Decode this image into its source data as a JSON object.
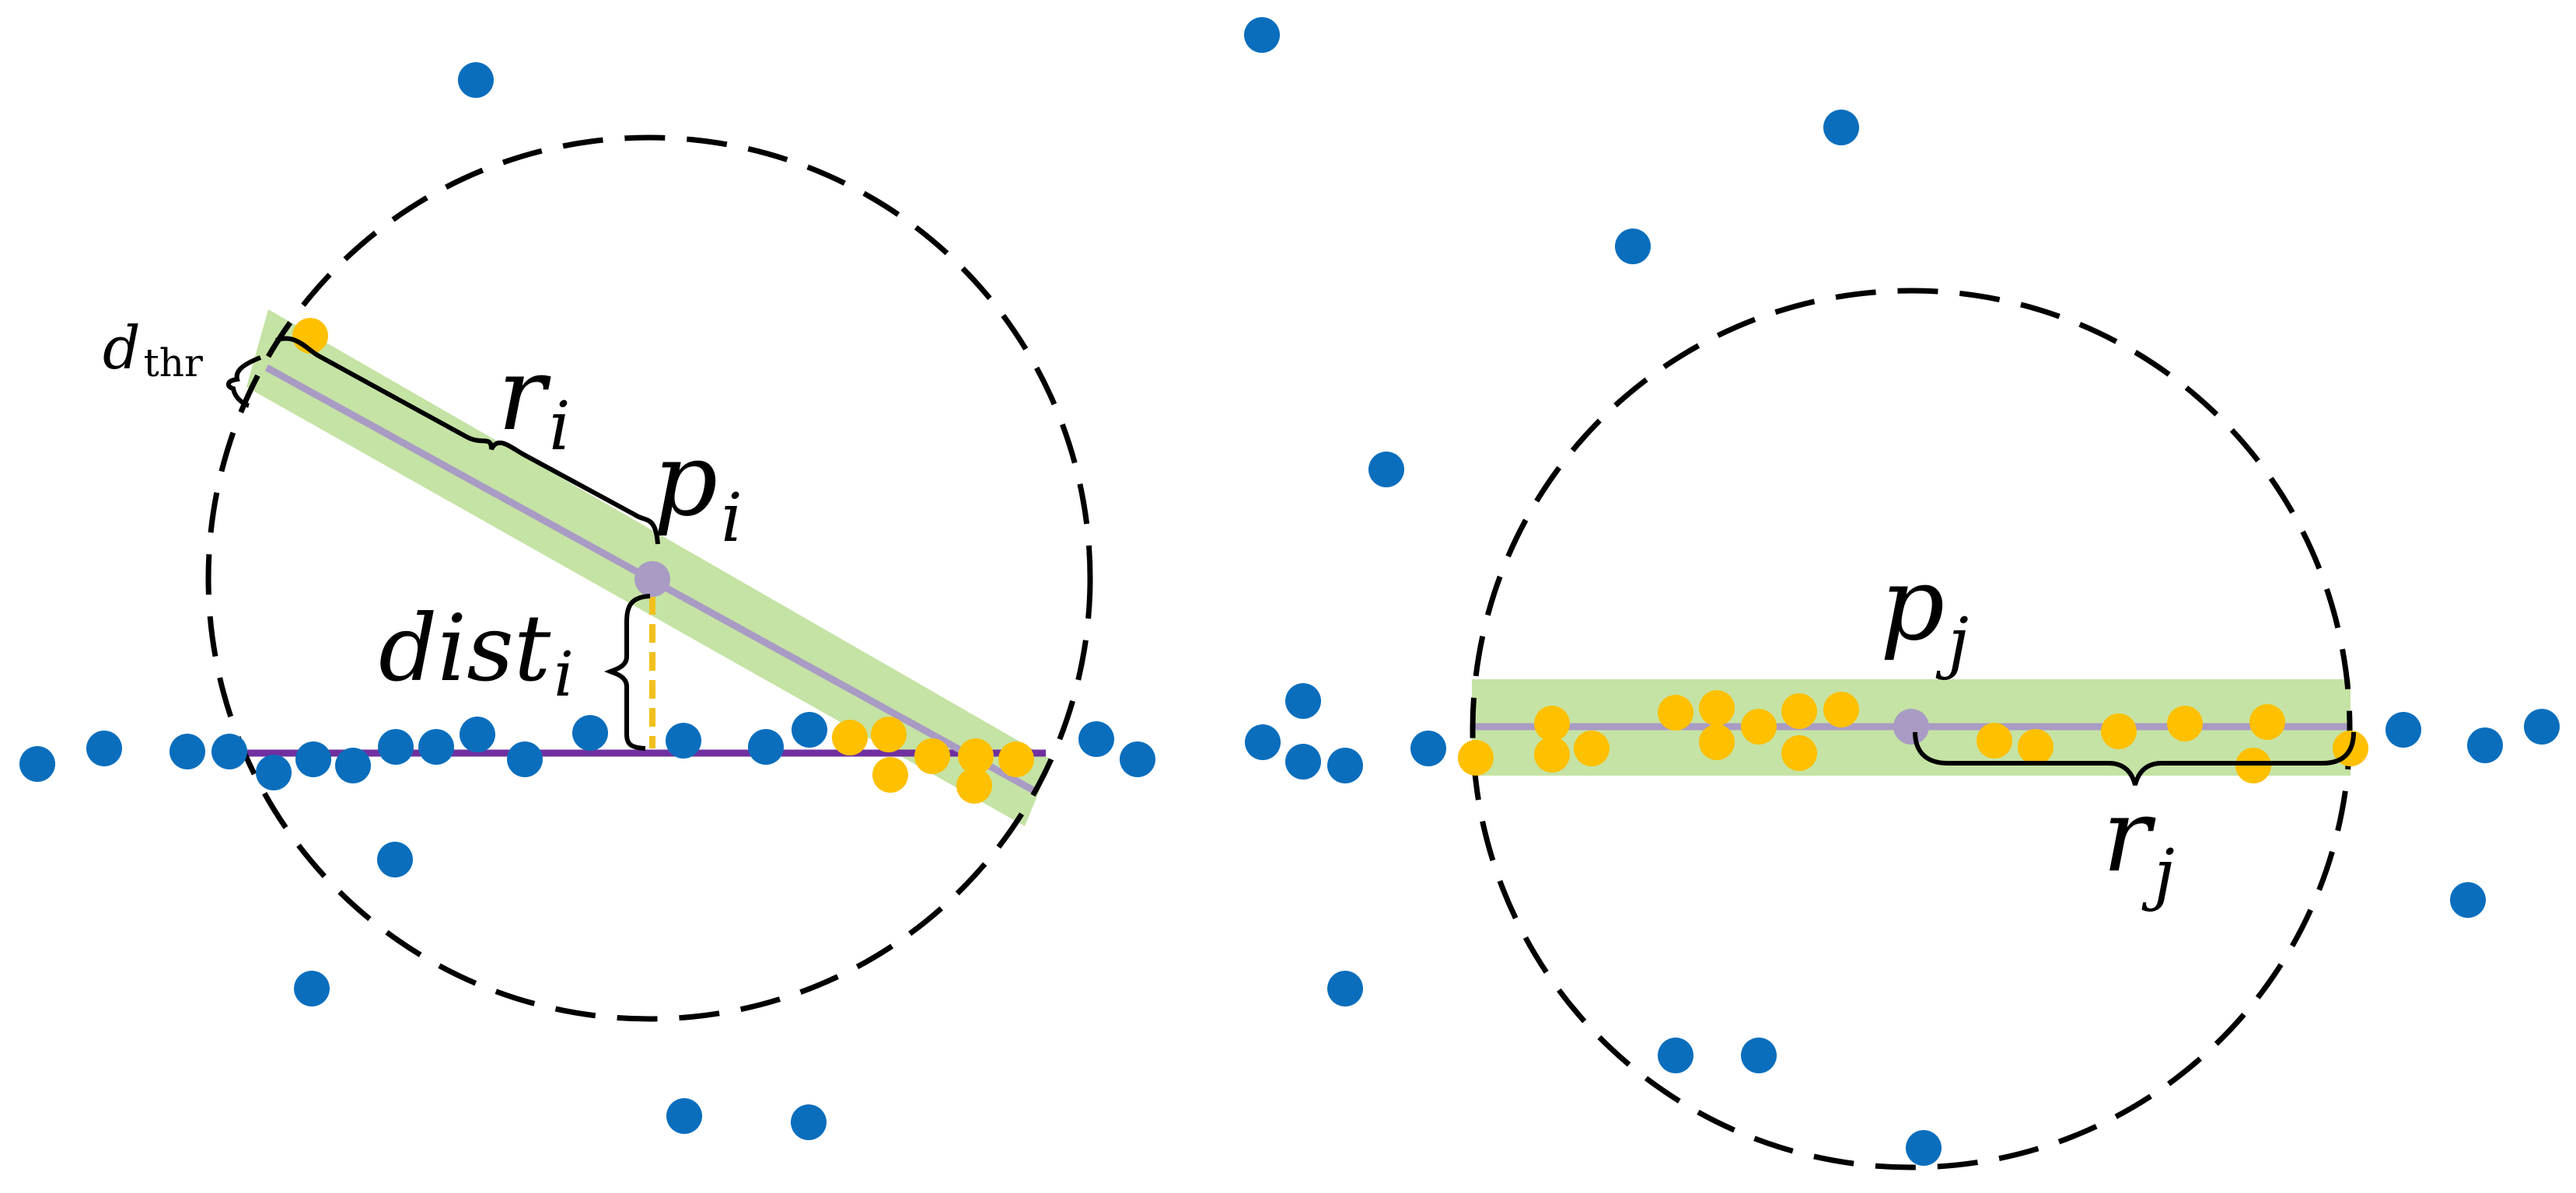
{
  "colors": {
    "outlier": "#0a6ebd",
    "inlier": "#ffc000",
    "band": "#c5e3a4",
    "fitted_line": "#a99bc4",
    "ground_line": "#7030a0",
    "dist_marker": "#f2c01e",
    "circle": "#000000",
    "brace": "#000000"
  },
  "labels": {
    "d_thr_main": "d",
    "d_thr_sub": "thr",
    "r_i_main": "r",
    "r_i_sub": "i",
    "p_i_main": "p",
    "p_i_sub": "i",
    "dist_i_main": "dist",
    "dist_i_sub": "i",
    "p_j_main": "p",
    "p_j_sub": "j",
    "r_j_main": "r",
    "r_j_sub": "j"
  }
}
